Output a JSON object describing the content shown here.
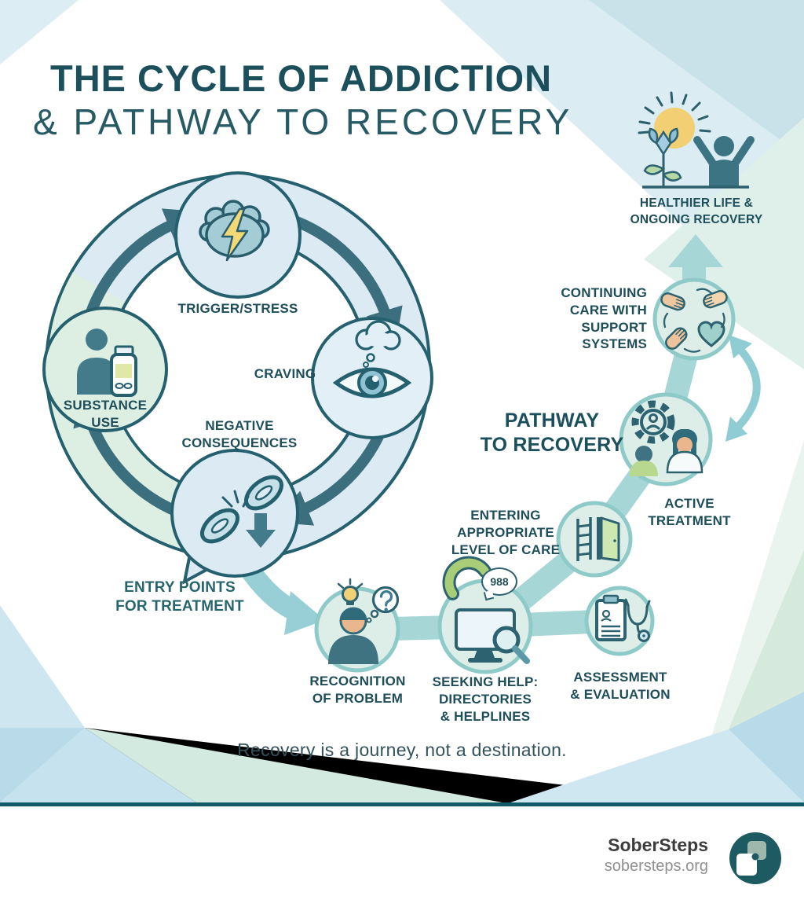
{
  "header": {
    "line1": "THE CYCLE OF ADDICTION",
    "line2": "& PATHWAY TO RECOVERY"
  },
  "goal_label": "HEALTHIER LIFE &\nONGOING RECOVERY",
  "cycle": {
    "stages": [
      {
        "label": "TRIGGER/STRESS",
        "icon": "brain-lightning-icon"
      },
      {
        "label": "CRAVING",
        "icon": "eye-thought-icon"
      },
      {
        "label": "NEGATIVE\nCONSEQUENCES",
        "icon": "broken-chain-icon"
      },
      {
        "label": "SUBSTANCE\nUSE",
        "icon": "person-bottle-icon"
      }
    ]
  },
  "entry_label": "ENTRY POINTS\nFOR TREATMENT",
  "pathway": {
    "heading": "PATHWAY\nTO RECOVERY",
    "steps": [
      {
        "label": "RECOGNITION\nOF PROBLEM",
        "icon": "person-idea-icon"
      },
      {
        "label": "SEEKING HELP:\nDIRECTORIES\n& HELPLINES",
        "icon": "phone-directory-icon",
        "badge": "988"
      },
      {
        "label": "ASSESSMENT\n& EVALUATION",
        "icon": "clipboard-stethoscope-icon"
      },
      {
        "label": "ENTERING\nAPPROPRIATE\nLEVEL OF CARE",
        "icon": "ladder-door-icon"
      },
      {
        "label": "ACTIVE\nTREATMENT",
        "icon": "counseling-gear-icon"
      },
      {
        "label": "CONTINUING\nCARE WITH\nSUPPORT\nSYSTEMS",
        "icon": "hands-heart-icon"
      }
    ]
  },
  "quote": "Recovery is a journey, not a destination.",
  "footer": {
    "brand": "SoberSteps",
    "domain": "sobersteps.org",
    "logo": "sobersteps-logo"
  },
  "icons": [
    "sun-plant-person-icon",
    "brain-lightning-icon",
    "eye-thought-icon",
    "broken-chain-icon",
    "person-bottle-icon",
    "person-idea-icon",
    "phone-directory-icon",
    "clipboard-stethoscope-icon",
    "ladder-door-icon",
    "counseling-gear-icon",
    "hands-heart-icon",
    "up-arrow",
    "entry-arrow",
    "relapse-return-arrow",
    "sobersteps-logo"
  ],
  "colors": {
    "title": "#1b4f5c",
    "ring_fill": "#dceaf4",
    "ring_green_fill": "#ddefe2",
    "ring_stroke": "#25606e",
    "cycle_arrow": "#3c6f7e",
    "path_band": "#a7d6d7",
    "step_circle_fill": "#ddeee9",
    "step_circle_stroke": "#8ecac8",
    "entry_arrow": "#98cfd6",
    "sun_yellow": "#f1cf72",
    "divider": "#12596a",
    "logo_bg": "#1d5a62"
  }
}
